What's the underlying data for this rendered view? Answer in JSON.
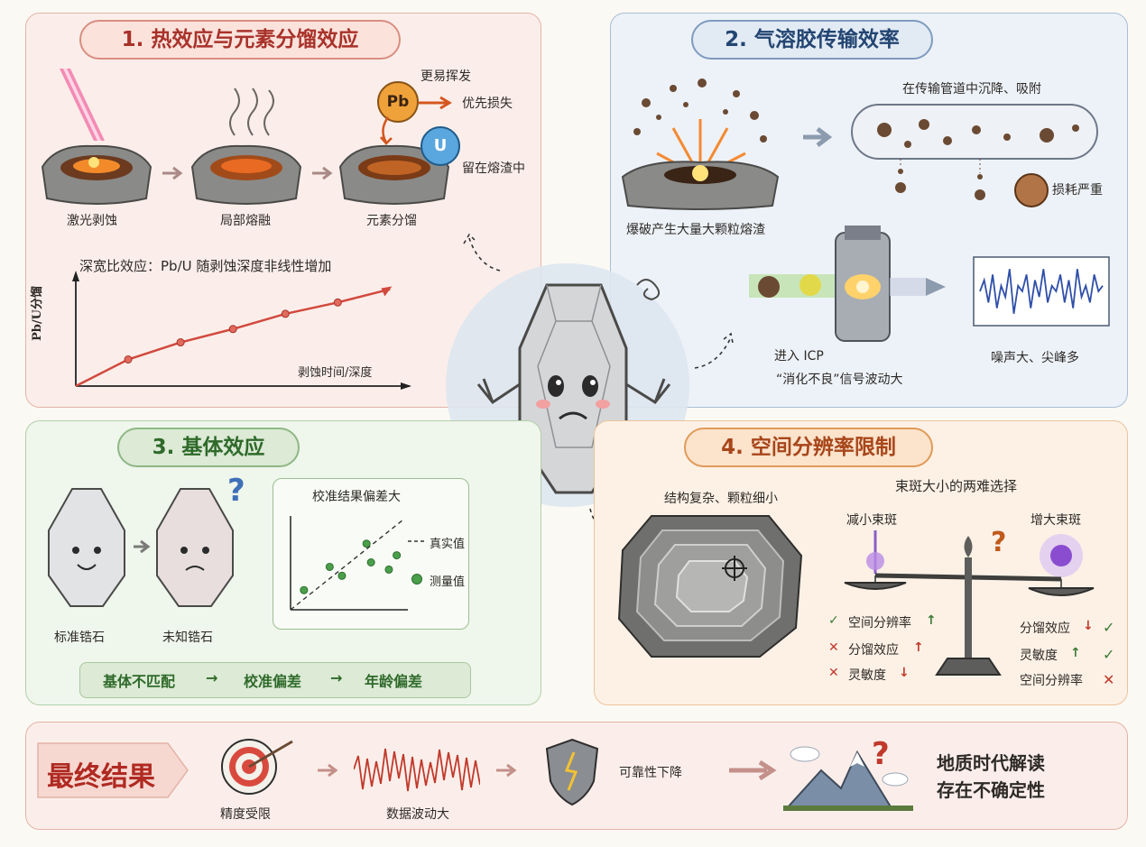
{
  "panel1": {
    "title": "1. 热效应与元素分馏效应",
    "steps": [
      "激光剥蚀",
      "局部熔融",
      "元素分馏"
    ],
    "pb": "Pb",
    "u": "U",
    "volatile": "更易挥发",
    "loss": "优先损失",
    "retain": "留在熔渣中",
    "chart_caption": "深宽比效应：Pb/U 随剥蚀深度非线性增加"
  },
  "panel2": {
    "title": "2. 气溶胶传输效率",
    "burst": "爆破产生大量大颗粒熔渣",
    "tube": "在传输管道中沉降、吸附",
    "loss": "损耗严重",
    "icp": "进入 ICP",
    "digest": "“消化不良”信号波动大",
    "noise": "噪声大、尖峰多"
  },
  "panel3": {
    "title": "3. 基体效应",
    "standard": "标准锆石",
    "unknown": "未知锆石",
    "question": "?",
    "chain": [
      "基体不匹配",
      "→",
      "校准偏差",
      "→",
      "年龄偏差"
    ]
  },
  "panel4": {
    "title": "4. 空间分辨率限制",
    "structure": "结构复杂、颗粒细小",
    "dilemma": "束斑大小的两难选择",
    "small": "减小束斑",
    "large": "增大束斑",
    "question": "?",
    "left_items": [
      {
        "mark": "✓",
        "text": "空间分辨率",
        "arrow": "↑"
      },
      {
        "mark": "✕",
        "text": "分馏效应",
        "arrow": "↑"
      },
      {
        "mark": "✕",
        "text": "灵敏度",
        "arrow": "↓"
      }
    ],
    "right_items": [
      {
        "mark": "✓",
        "text": "分馏效应",
        "arrow": "↓"
      },
      {
        "mark": "✓",
        "text": "灵敏度",
        "arrow": "↑"
      },
      {
        "mark": "✕",
        "text": "空间分辨率",
        "arrow": ""
      }
    ]
  },
  "final": {
    "title": "最终结果",
    "precision": "精度受限",
    "fluct": "数据波动大",
    "reliability": "可靠性下降",
    "interp1": "地质时代解读",
    "interp2": "存在不确定性",
    "question": "?"
  },
  "colors": {
    "red": "#c0392b",
    "green": "#3d7a35",
    "blue": "#2d4d7a",
    "orange": "#c0591a"
  },
  "chart_data": [
    {
      "type": "line",
      "title": "深宽比效应：Pb/U 随剥蚀深度非线性增加",
      "xlabel": "剥蚀时间/深度",
      "ylabel": "Pb/U分馏",
      "x": [
        1,
        2,
        3,
        4,
        5
      ],
      "y": [
        1.4,
        2.3,
        3.0,
        3.8,
        4.4
      ]
    },
    {
      "type": "scatter",
      "title": "校准结果偏差大",
      "series": [
        {
          "name": "真实值",
          "style": "dashed-line",
          "x": [
            0,
            10
          ],
          "y": [
            0,
            10
          ]
        },
        {
          "name": "测量值",
          "x": [
            1.2,
            3.5,
            4.6,
            6.8,
            7.2,
            8.8,
            9.5
          ],
          "y": [
            2.2,
            4.8,
            3.8,
            7.4,
            5.3,
            4.5,
            6.1
          ]
        }
      ]
    },
    {
      "type": "line",
      "title": "",
      "xlabel": "",
      "ylabel": "",
      "x": [
        0,
        1,
        2,
        3,
        4,
        5,
        6,
        7,
        8,
        9,
        10,
        11,
        12,
        13,
        14,
        15,
        16,
        17,
        18,
        19,
        20,
        21,
        22,
        23,
        24,
        25,
        26,
        27,
        28,
        29
      ],
      "y": [
        5,
        7,
        3,
        8,
        2,
        6,
        4,
        9,
        1,
        6,
        5,
        8,
        2,
        7,
        4,
        9,
        3,
        6,
        5,
        8,
        3,
        7,
        2,
        9,
        4,
        6,
        3,
        8,
        5,
        6
      ]
    }
  ]
}
